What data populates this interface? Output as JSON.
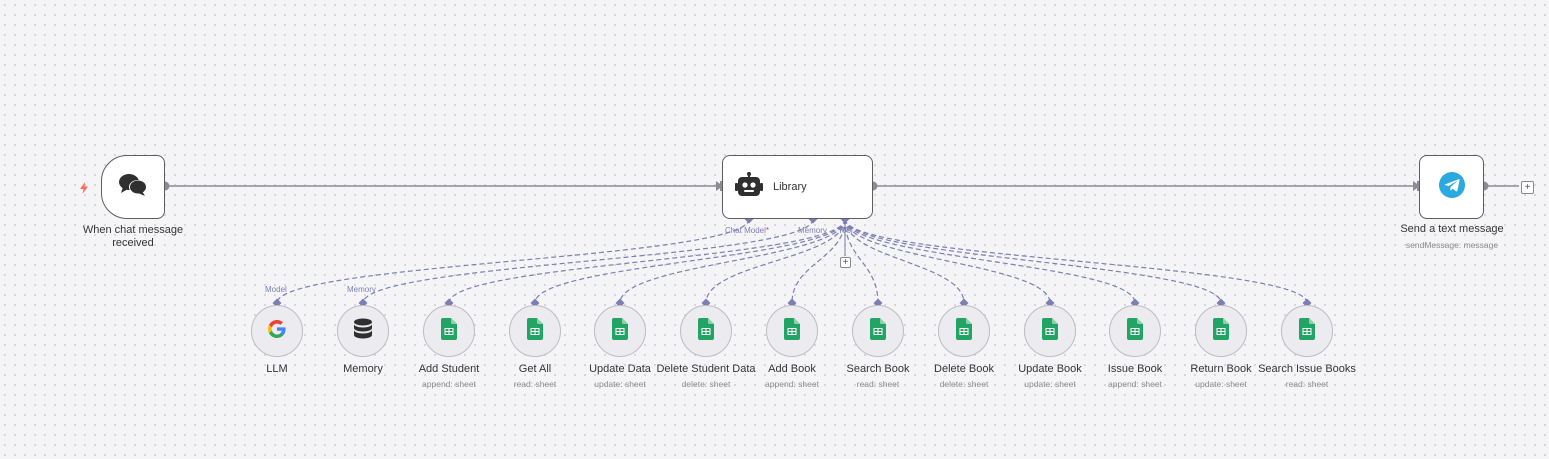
{
  "nodes": {
    "trigger": {
      "title": "When chat message received",
      "icon": "chat-bubbles-icon"
    },
    "agent": {
      "title": "Library",
      "icon": "robot-icon"
    },
    "telegram": {
      "title": "Send a text message",
      "subtitle": "sendMessage: message",
      "icon": "telegram-icon"
    }
  },
  "agent_ports": {
    "chat_model": "Chat Model",
    "chat_model_required": "*",
    "memory": "Memory",
    "tool": "Tool"
  },
  "sub_ports": {
    "model": "Model",
    "memory": "Memory"
  },
  "sub_nodes": [
    {
      "name": "LLM",
      "op": "",
      "icon": "google-icon"
    },
    {
      "name": "Memory",
      "op": "",
      "icon": "database-icon"
    },
    {
      "name": "Add Student",
      "op": "append: sheet",
      "icon": "sheets-icon"
    },
    {
      "name": "Get All",
      "op": "read: sheet",
      "icon": "sheets-icon"
    },
    {
      "name": "Update Data",
      "op": "update: sheet",
      "icon": "sheets-icon"
    },
    {
      "name": "Delete Student Data",
      "op": "delete: sheet",
      "icon": "sheets-icon"
    },
    {
      "name": "Add Book",
      "op": "append: sheet",
      "icon": "sheets-icon"
    },
    {
      "name": "Search Book",
      "op": "read: sheet",
      "icon": "sheets-icon"
    },
    {
      "name": "Delete Book",
      "op": "delete: sheet",
      "icon": "sheets-icon"
    },
    {
      "name": "Update Book",
      "op": "update: sheet",
      "icon": "sheets-icon"
    },
    {
      "name": "Issue Book",
      "op": "append: sheet",
      "icon": "sheets-icon"
    },
    {
      "name": "Return Book",
      "op": "update: sheet",
      "icon": "sheets-icon"
    },
    {
      "name": "Search Issue Books",
      "op": "read: sheet",
      "icon": "sheets-icon"
    }
  ],
  "colors": {
    "wire": "#8c8c96",
    "sub_wire": "#7b7fb2",
    "sheets_green": "#21a464",
    "telegram_blue": "#2aa8e0",
    "trigger_bolt": "#ff6b5b"
  }
}
